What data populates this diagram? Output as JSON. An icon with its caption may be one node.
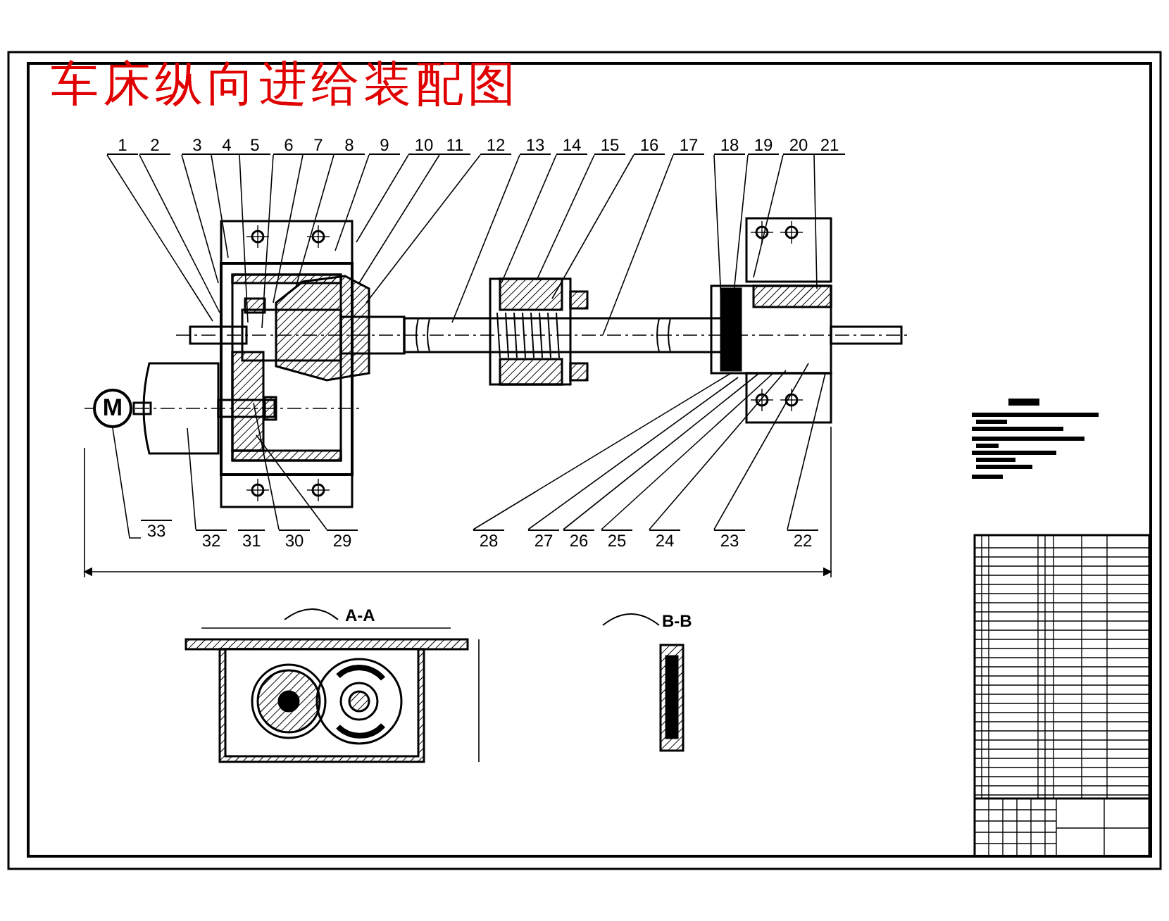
{
  "diagram": {
    "title": "车床纵向进给装配图",
    "nodes": [
      {
        "text": [
          "M"
        ]
      },
      {
        "text": [
          "1"
        ]
      },
      {
        "text": [
          "2"
        ]
      },
      {
        "text": [
          "3"
        ]
      },
      {
        "text": [
          "4"
        ]
      },
      {
        "text": [
          "5"
        ]
      },
      {
        "text": [
          "6"
        ]
      },
      {
        "text": [
          "7"
        ]
      },
      {
        "text": [
          "8"
        ]
      },
      {
        "text": [
          "9"
        ]
      },
      {
        "text": [
          "10"
        ]
      },
      {
        "text": [
          "11"
        ]
      },
      {
        "text": [
          "12"
        ]
      },
      {
        "text": [
          "13"
        ]
      },
      {
        "text": [
          "14"
        ]
      },
      {
        "text": [
          "15"
        ]
      },
      {
        "text": [
          "16"
        ]
      },
      {
        "text": [
          "17"
        ]
      },
      {
        "text": [
          "18"
        ]
      },
      {
        "text": [
          "19"
        ]
      },
      {
        "text": [
          "20"
        ]
      },
      {
        "text": [
          "21"
        ]
      },
      {
        "text": [
          "22"
        ]
      },
      {
        "text": [
          "23"
        ]
      },
      {
        "text": [
          "24"
        ]
      },
      {
        "text": [
          "25"
        ]
      },
      {
        "text": [
          "26"
        ]
      },
      {
        "text": [
          "27"
        ]
      },
      {
        "text": [
          "28"
        ]
      },
      {
        "text": [
          "29"
        ]
      },
      {
        "text": [
          "30"
        ]
      },
      {
        "text": [
          "32"
        ]
      },
      {
        "text": [
          "33"
        ]
      }
    ],
    "edges": [
      {
        "from": 1,
        "to": null,
        "arrow": "none"
      },
      {
        "from": 2,
        "to": null,
        "arrow": "none"
      },
      {
        "from": 3,
        "to": null,
        "arrow": "none"
      },
      {
        "from": 4,
        "to": null,
        "arrow": "none"
      },
      {
        "from": 5,
        "to": null,
        "arrow": "none"
      },
      {
        "from": 6,
        "to": null,
        "arrow": "none"
      },
      {
        "from": 7,
        "to": null,
        "arrow": "none"
      },
      {
        "from": 8,
        "to": null,
        "arrow": "none"
      },
      {
        "from": 9,
        "to": null,
        "arrow": "none"
      },
      {
        "from": 10,
        "to": null,
        "arrow": "none"
      },
      {
        "from": 11,
        "to": null,
        "arrow": "none"
      },
      {
        "from": 12,
        "to": null,
        "arrow": "none"
      },
      {
        "from": 13,
        "to": null,
        "arrow": "none"
      },
      {
        "from": 14,
        "to": null,
        "arrow": "none"
      },
      {
        "from": 15,
        "to": null,
        "arrow": "none"
      },
      {
        "from": 16,
        "to": null,
        "arrow": "none"
      },
      {
        "from": 17,
        "to": null,
        "arrow": "none"
      },
      {
        "from": 18,
        "to": null,
        "arrow": "none"
      },
      {
        "from": 19,
        "to": null,
        "arrow": "none"
      },
      {
        "from": 20,
        "to": null,
        "arrow": "none"
      },
      {
        "from": 21,
        "to": null,
        "arrow": "none"
      },
      {
        "from": 22,
        "to": null,
        "arrow": "none"
      },
      {
        "from": 23,
        "to": null,
        "arrow": "none"
      },
      {
        "from": 24,
        "to": null,
        "arrow": "none"
      },
      {
        "from": 25,
        "to": null,
        "arrow": "none"
      },
      {
        "from": 26,
        "to": null,
        "arrow": "none"
      },
      {
        "from": 27,
        "to": null,
        "arrow": "none"
      },
      {
        "from": 28,
        "to": null,
        "arrow": "none"
      },
      {
        "from": 29,
        "to": null,
        "arrow": "none"
      },
      {
        "from": 30,
        "to": null,
        "arrow": "none"
      },
      {
        "from": 31,
        "to": null,
        "arrow": "none"
      },
      {
        "from": 32,
        "to": 0,
        "arrow": "none"
      }
    ],
    "labels": [
      "31",
      "A-A",
      "B-B"
    ]
  }
}
